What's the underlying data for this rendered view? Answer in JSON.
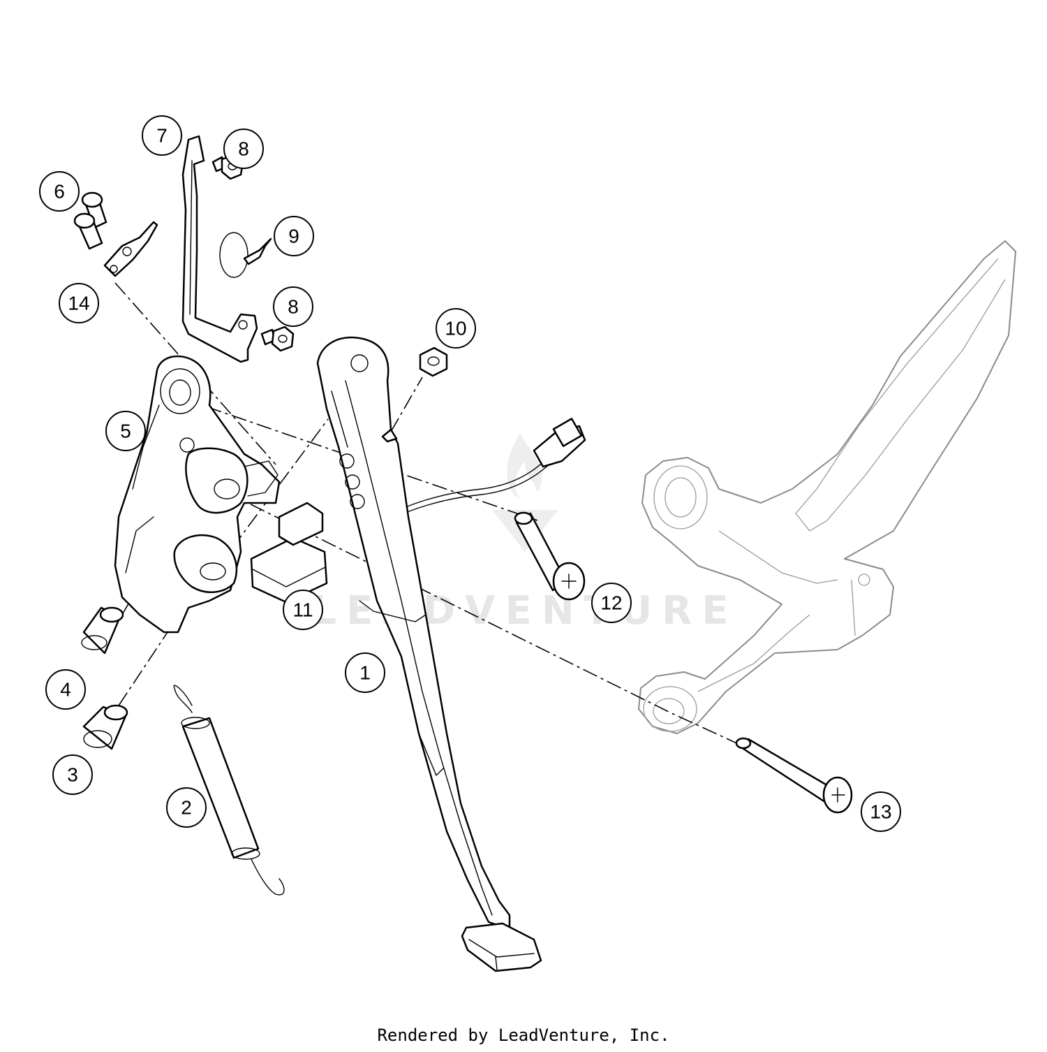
{
  "watermark": {
    "text": "LEADVENTURE"
  },
  "callouts": [
    {
      "id": "c1",
      "label": "1"
    },
    {
      "id": "c2",
      "label": "2"
    },
    {
      "id": "c3",
      "label": "3"
    },
    {
      "id": "c4",
      "label": "4"
    },
    {
      "id": "c5",
      "label": "5"
    },
    {
      "id": "c6",
      "label": "6"
    },
    {
      "id": "c7",
      "label": "7"
    },
    {
      "id": "c8a",
      "label": "8"
    },
    {
      "id": "c8b",
      "label": "8"
    },
    {
      "id": "c9",
      "label": "9"
    },
    {
      "id": "c10",
      "label": "10"
    },
    {
      "id": "c11",
      "label": "11"
    },
    {
      "id": "c12",
      "label": "12"
    },
    {
      "id": "c13",
      "label": "13"
    },
    {
      "id": "c14",
      "label": "14"
    }
  ],
  "footer": {
    "credit": "Rendered by LeadVenture, Inc."
  }
}
